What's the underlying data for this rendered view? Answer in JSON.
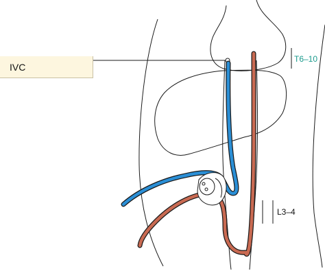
{
  "labels": {
    "ivc": "IVC",
    "upper_level": "T6–10",
    "lower_level": "L3–4"
  },
  "colors": {
    "label_box_fill": "#fdf6df",
    "upper_level_text": "#1a9a8c",
    "lower_level_text": "#111111",
    "blue_catheter": "#2b8fd6",
    "red_catheter": "#c96a52",
    "outline": "#1a1a1a"
  }
}
